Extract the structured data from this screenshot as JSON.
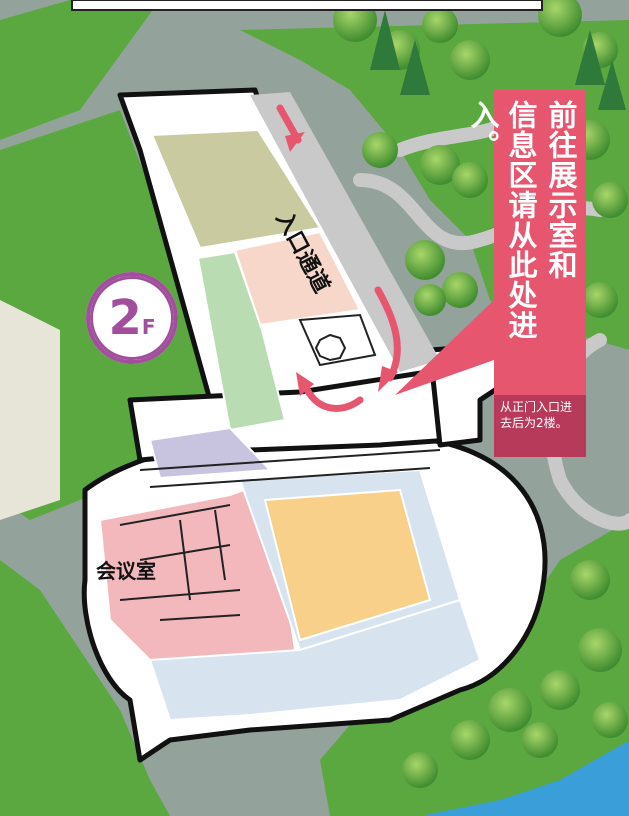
{
  "floor": {
    "number": "2",
    "suffix": "F"
  },
  "labels": {
    "entrance_passage": "入口通道",
    "meeting_room": "会议室"
  },
  "callout": {
    "line1": "前往展示室和",
    "line2": "信息区请从此处进入。",
    "note": "从正门入口进去后为2楼。"
  },
  "colors": {
    "grass": "#5aa83f",
    "water": "#3a9fd8",
    "road": "#95a69e",
    "walkway": "#c9c9c9",
    "room_olive": "#c9caa0",
    "room_peach": "#f6d7c9",
    "room_mint": "#b9dcb3",
    "room_lavender": "#c8c3df",
    "room_pink": "#f2b8bb",
    "hall_orange": "#f8d089",
    "corridor_blue": "#d7e4f0",
    "callout_pink": "#e6566f",
    "callout_note": "#b83a5b",
    "badge_purple": "#a14f9c",
    "arrow": "#e6566f"
  }
}
